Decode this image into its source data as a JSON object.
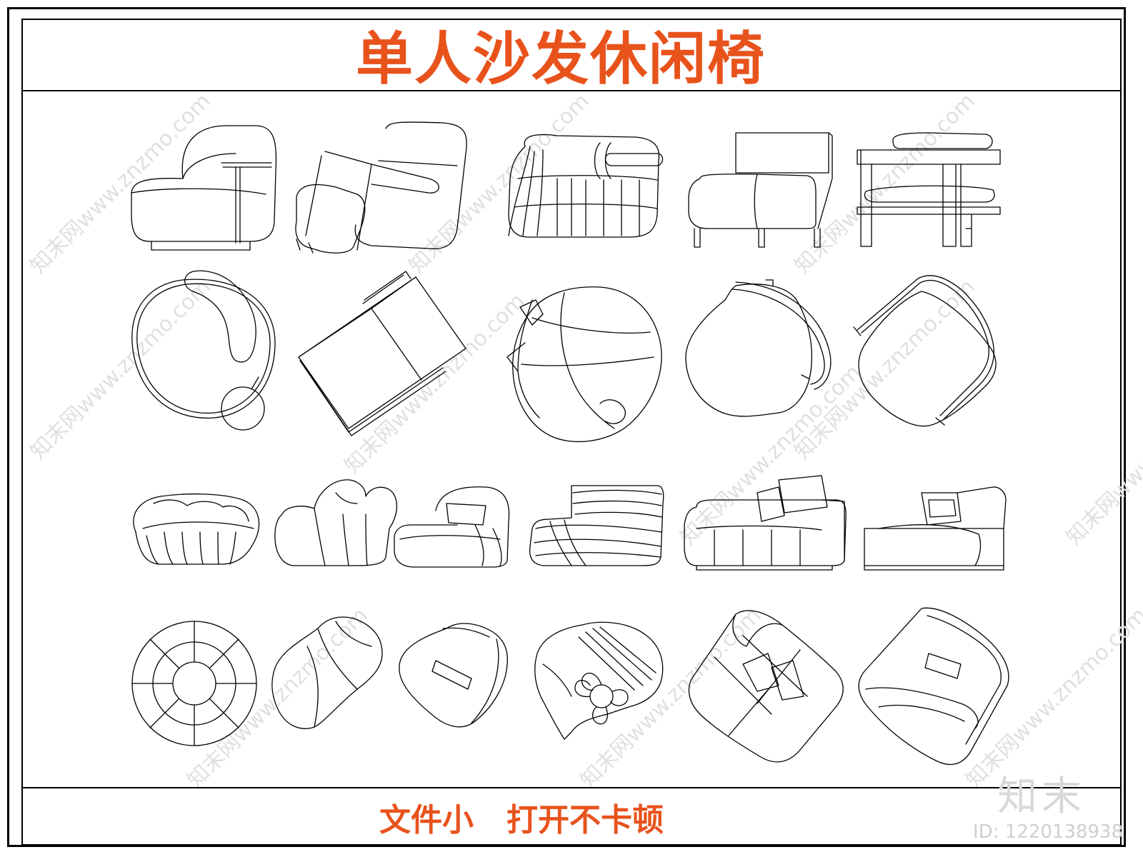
{
  "title": "单人沙发休闲椅",
  "footer_text": "文件小   打开不卡顿",
  "watermark_text": "知末网www.znzmo.com",
  "brand_mark": "知末",
  "image_id": "ID: 1220138938",
  "colors": {
    "title": "#e8531c",
    "footer": "#e8531c",
    "line": "#000000",
    "watermark": "#e0e0e0"
  }
}
